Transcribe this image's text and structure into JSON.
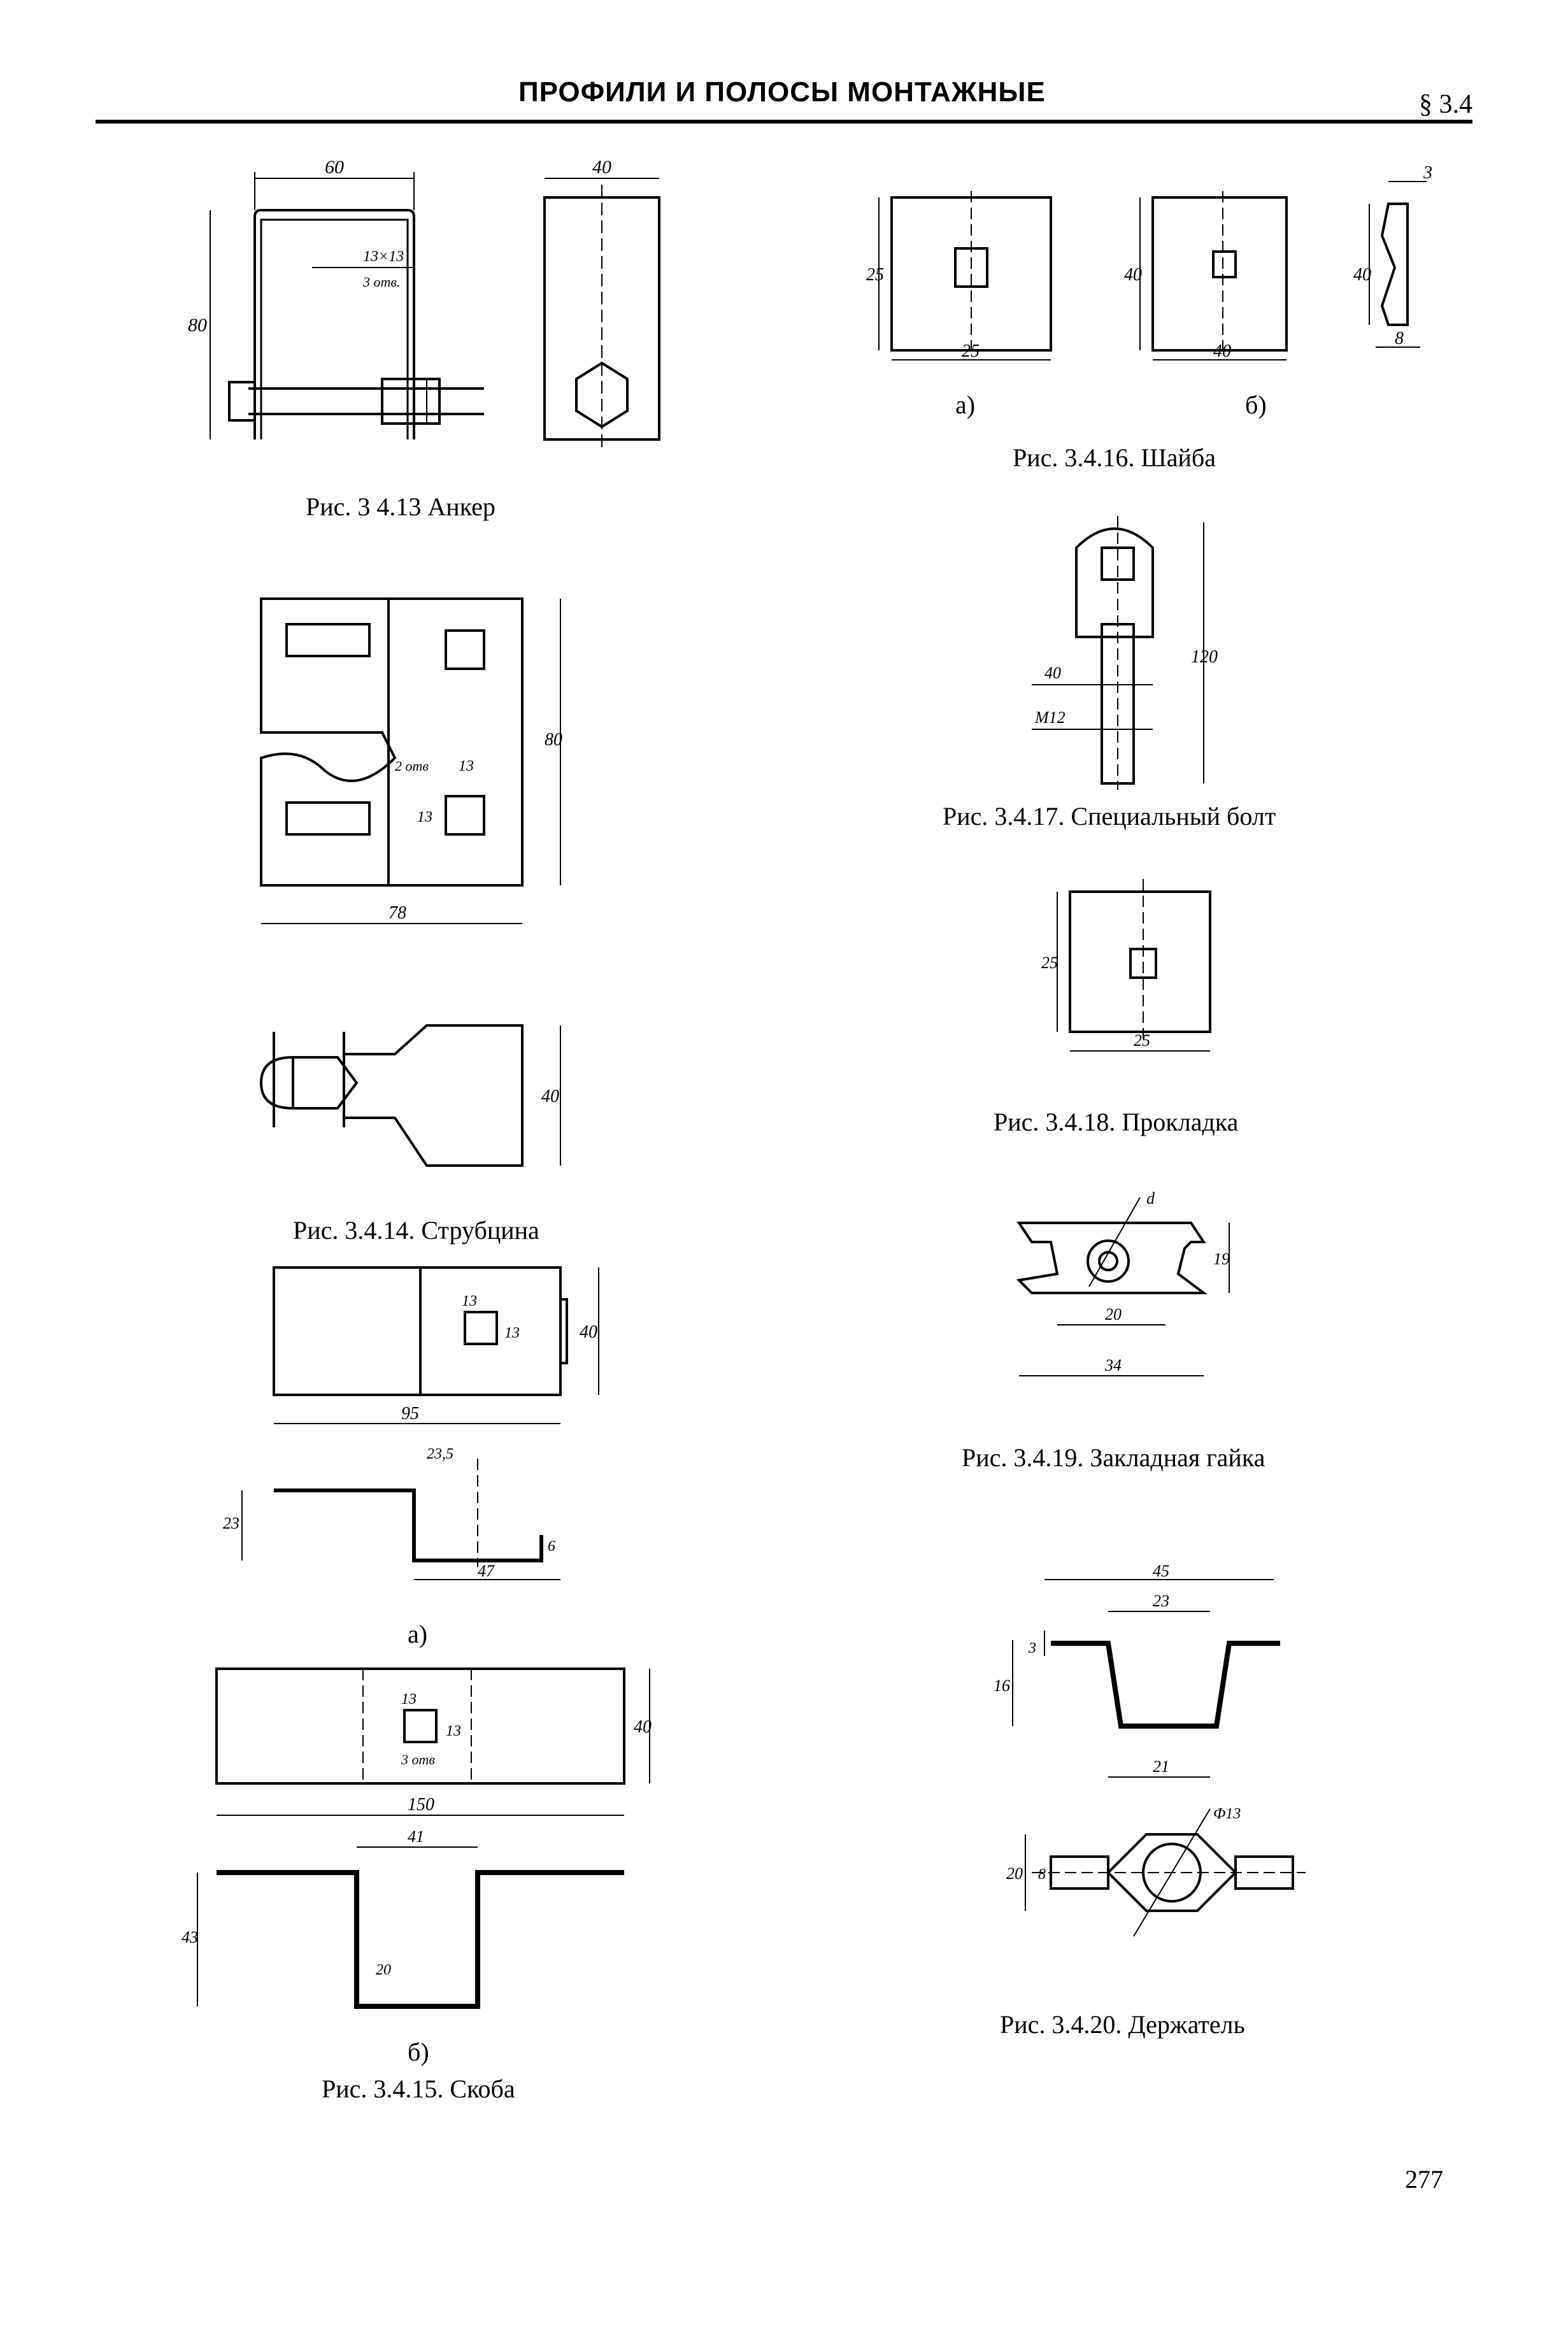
{
  "header": {
    "title": "ПРОФИЛИ И ПОЛОСЫ МОНТАЖНЫЕ",
    "section": "§ 3.4"
  },
  "page_number": "277",
  "figures": {
    "anker": {
      "caption": "Рис. 3 4.13 Анкер",
      "dims": {
        "width": "60",
        "width2": "40",
        "height": "80",
        "hole": "13×13",
        "holes": "3 отв."
      }
    },
    "strubtsina": {
      "caption": "Рис. 3.4.14. Струбцина",
      "dims": {
        "holes": "2 отв",
        "h13a": "13",
        "h13b": "13",
        "height": "80",
        "length": "78",
        "width": "40"
      }
    },
    "skoba": {
      "caption": "Рис. 3.4.15. Скоба",
      "label_a": "а)",
      "label_b": "б)",
      "dims_a": {
        "h13a": "13",
        "h13b": "13",
        "height": "40",
        "length": "95",
        "d235": "23,5",
        "h23": "23",
        "d47": "47",
        "d6": "6"
      },
      "dims_b": {
        "h13a": "13",
        "h13b": "13",
        "holes": "3 отв",
        "height": "40",
        "length": "150",
        "d41": "41",
        "h43": "43",
        "h20": "20"
      }
    },
    "shaiba": {
      "caption": "Рис. 3.4.16. Шайба",
      "label_a": "а)",
      "label_b": "б)",
      "dims": {
        "a_h": "25",
        "a_w": "25",
        "b_h": "40",
        "b_w": "40",
        "c_h": "40",
        "c_t": "3",
        "c_w": "8"
      }
    },
    "bolt": {
      "caption": "Рис. 3.4.17. Специальный болт",
      "dims": {
        "height": "120",
        "d40": "40",
        "thread": "М12"
      }
    },
    "prokladka": {
      "caption": "Рис. 3.4.18. Прокладка",
      "dims": {
        "h": "25",
        "w": "25"
      }
    },
    "gaika": {
      "caption": "Рис. 3.4.19. Закладная гайка",
      "dims": {
        "d": "d",
        "h": "19",
        "w20": "20",
        "w34": "34"
      }
    },
    "derzhatel": {
      "caption": "Рис. 3.4.20. Держатель",
      "dims": {
        "w45": "45",
        "w23": "23",
        "h3": "3",
        "h16": "16",
        "w21": "21",
        "phi": "Ф13",
        "h20": "20",
        "h8": "8"
      }
    }
  }
}
